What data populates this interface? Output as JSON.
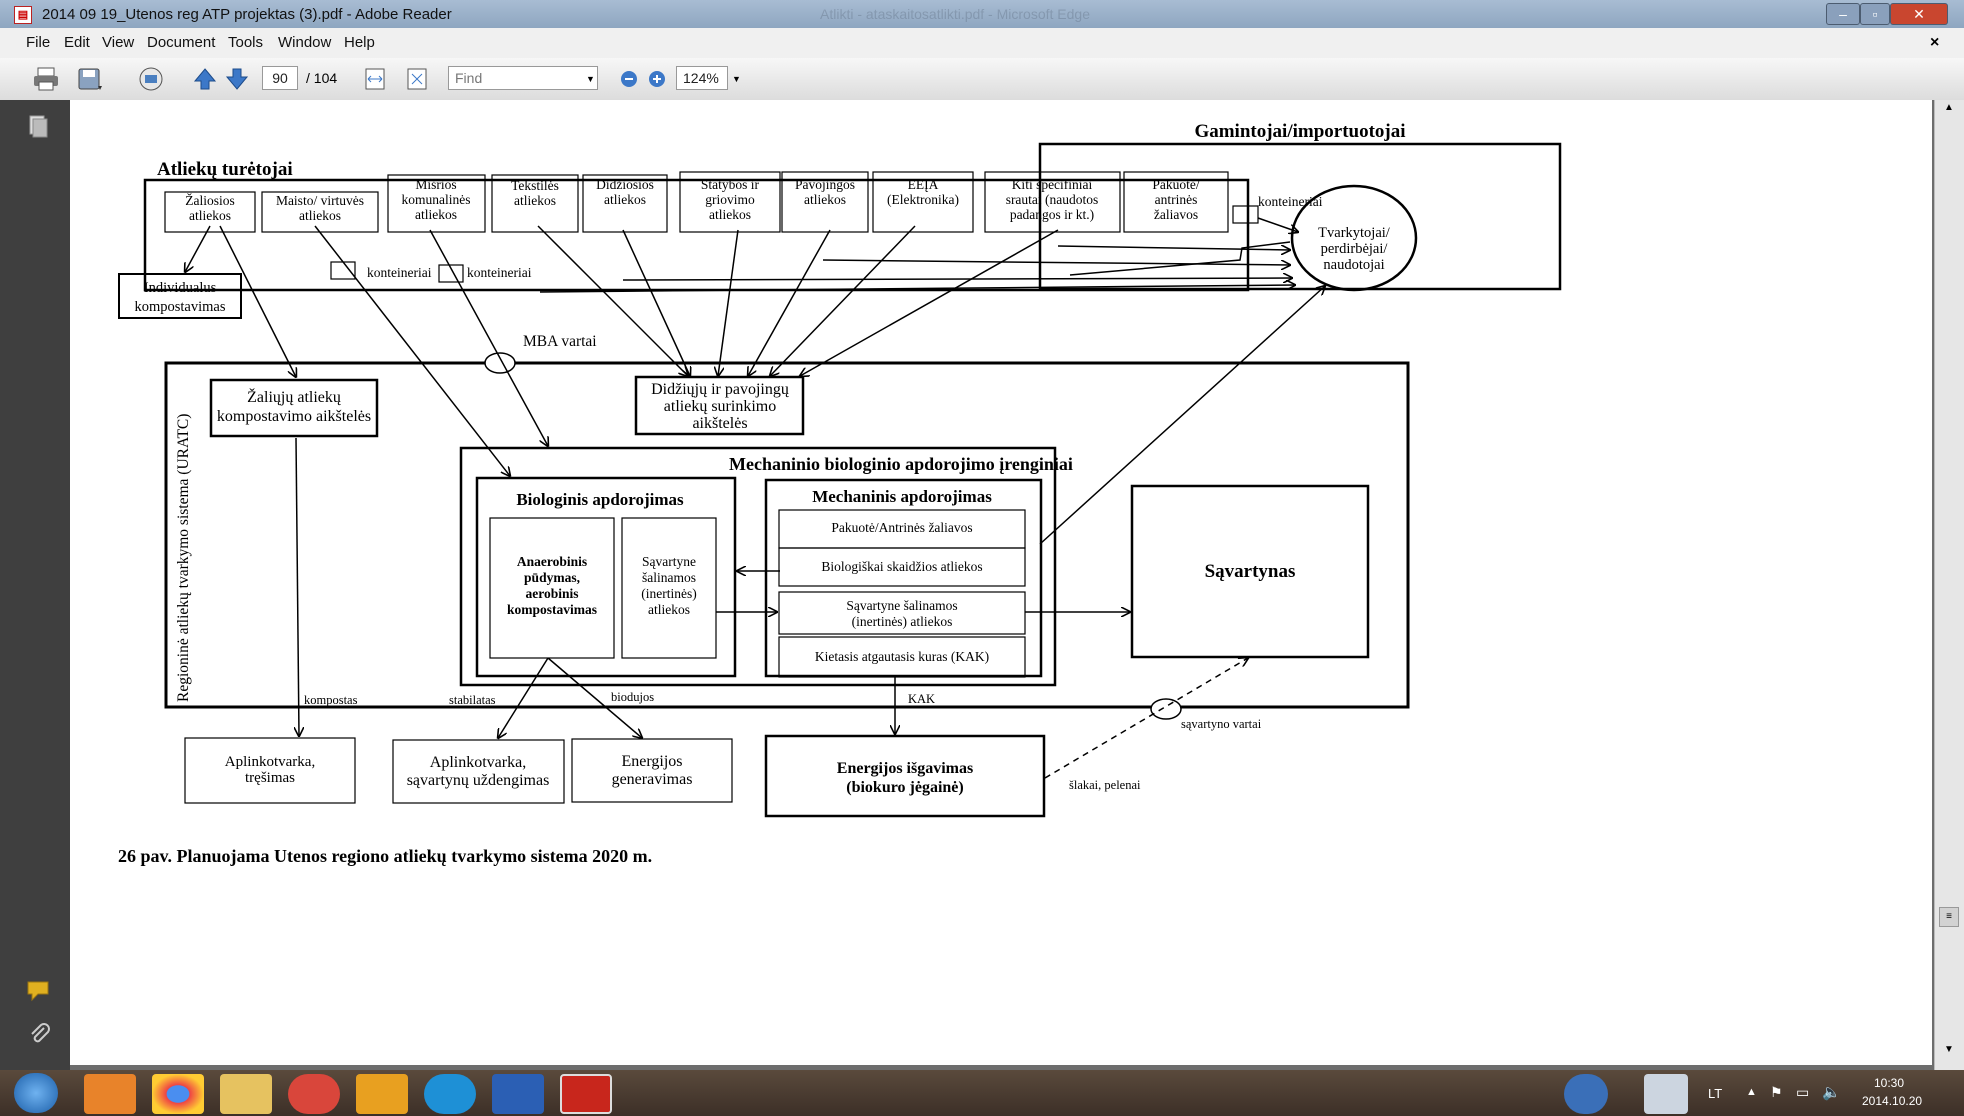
{
  "window": {
    "title": "2014 09 19_Utenos reg ATP projektas (3).pdf - Adobe Reader",
    "background_title": "Atlikti - ataskaitosatlikti.pdf - Microsoft Edge"
  },
  "menu": [
    "File",
    "Edit",
    "View",
    "Document",
    "Tools",
    "Window",
    "Help"
  ],
  "toolbar": {
    "page_current": "90",
    "page_total": "/ 104",
    "find_placeholder": "Find",
    "zoom": "124%"
  },
  "diagram": {
    "caption": "26 pav. Planuojama Utenos regiono atliekų tvarkymo sistema 2020 m.",
    "producers_title": "Gamintojai/importuotojai",
    "holders_title": "Atliekų turėtojai",
    "waste_boxes": [
      [
        "Žaliosios",
        "atliekos"
      ],
      [
        "Maisto/ virtuvės",
        "atliekos"
      ],
      [
        "Mišrios",
        "komunalinės",
        "atliekos"
      ],
      [
        "Tekstilės",
        "atliekos"
      ],
      [
        "Didžiosios",
        "atliekos"
      ],
      [
        "Statybos ir",
        "griovimo",
        "atliekos"
      ],
      [
        "Pavojingos",
        "atliekos"
      ],
      [
        "EEĮA",
        "(Elektronika)"
      ],
      [
        "Kiti specifiniai",
        "srautai (naudotos",
        "padangos ir kt.)"
      ],
      [
        "Pakuotė/",
        "antrinės",
        "žaliavos"
      ]
    ],
    "containers": "konteineriai",
    "processors": [
      "Tvarkytojai/",
      "perdirbėjai/",
      "naudotojai"
    ],
    "individual_composting": [
      "Individualus",
      "kompostavimas"
    ],
    "mba_gate": "MBA vartai",
    "system_label": "Regioninė atliekų tvarkymo sistema (URATC)",
    "green_composting": [
      "Žaliųjų atliekų",
      "kompostavimo aikštelės"
    ],
    "bulky_hazardous": [
      "Didžiųjų ir pavojingų",
      "atliekų surinkimo",
      "aikštelės"
    ],
    "mbt_title": "Mechaninio biologinio apdorojimo įrenginiai",
    "bio_title": "Biologinis apdorojimas",
    "bio_inner1": [
      "Anaerobinis",
      "pūdymas,",
      "aerobinis",
      "kompostavimas"
    ],
    "bio_inner2": [
      "Sąvartyne",
      "šalinamos",
      "(inertinės)",
      "atliekos"
    ],
    "mech_title": "Mechaninis apdorojimas",
    "mech_rows": [
      [
        "Pakuotė/Antrinės žaliavos"
      ],
      [
        "Biologiškai skaidžios atliekos"
      ],
      [
        "Sąvartyne šalinamos",
        "(inertinės) atliekos"
      ],
      [
        "Kietasis atgautasis kuras (KAK)"
      ]
    ],
    "landfill": "Sąvartynas",
    "compost_label": "kompostas",
    "stabilate_label": "stabilatas",
    "biogas_label": "biodujos",
    "kak_label": "KAK",
    "landfill_gate": "sąvartyno vartai",
    "slag_label": "šlakai, pelenai",
    "out1": [
      "Aplinkotvarka,",
      "tręšimas"
    ],
    "out2": [
      "Aplinkotvarka,",
      "sąvartynų uždengimas"
    ],
    "out3": [
      "Energijos",
      "generavimas"
    ],
    "out4": [
      "Energijos išgavimas",
      "(biokuro jėgainė)"
    ]
  },
  "taskbar": {
    "language": "LT",
    "time": "10:30",
    "date": "2014.10.20"
  }
}
